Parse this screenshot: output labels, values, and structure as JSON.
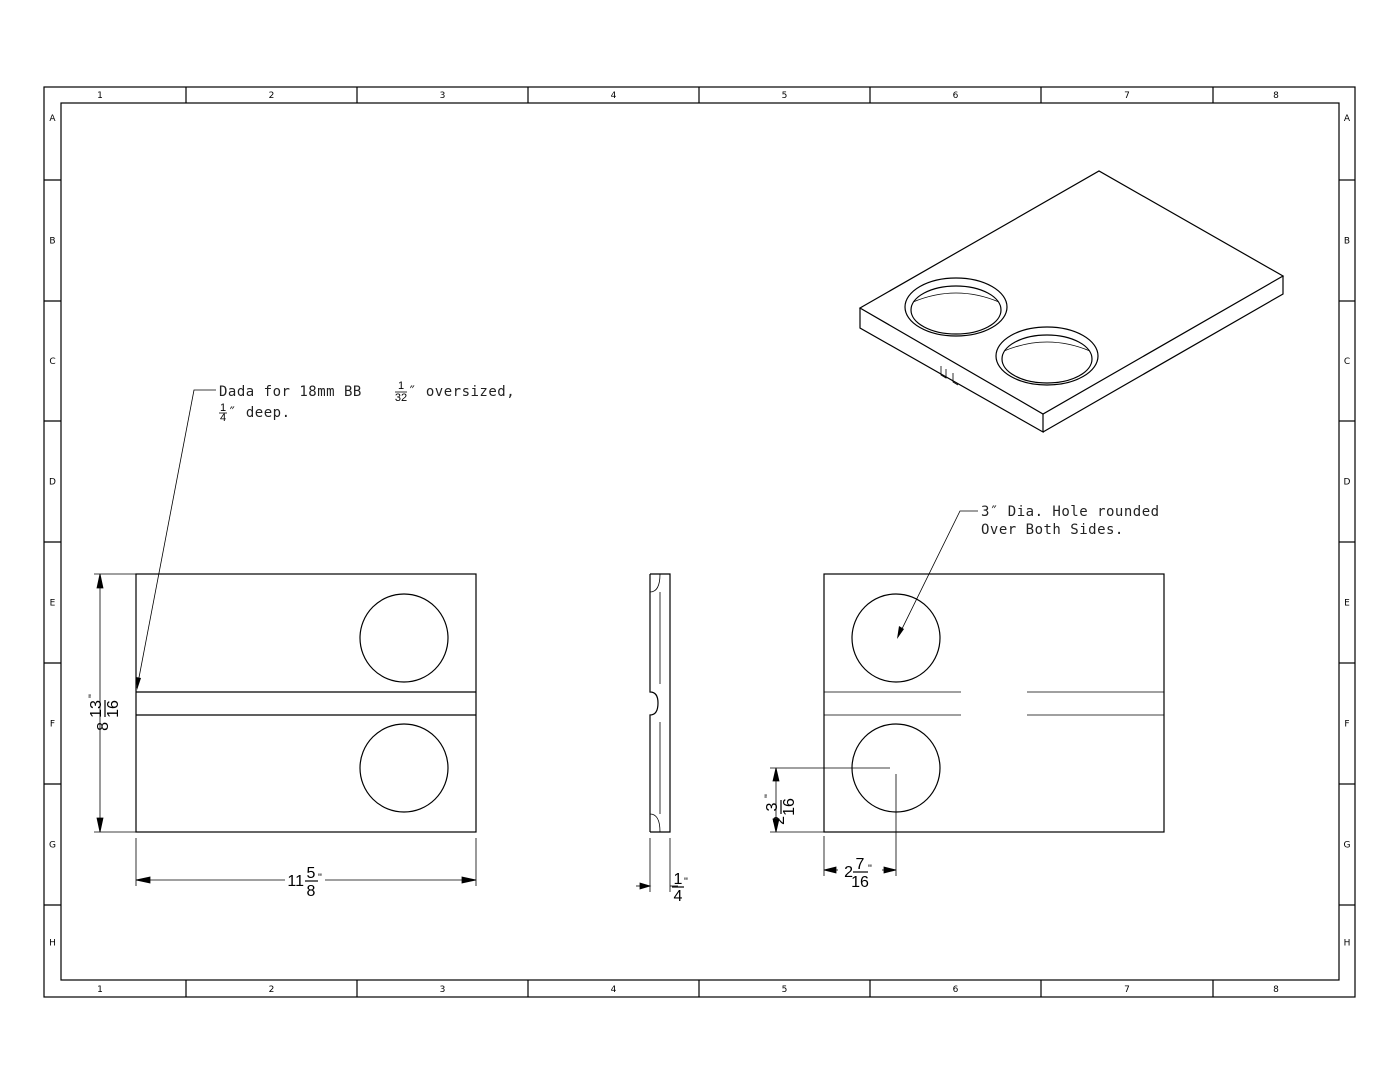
{
  "title_block": {
    "columns": [
      "1",
      "2",
      "3",
      "4",
      "5",
      "6",
      "7",
      "8"
    ],
    "rows": [
      "A",
      "B",
      "C",
      "D",
      "E",
      "F",
      "G",
      "H"
    ]
  },
  "notes": {
    "dado_line1_a": "Dada for 18mm BB ",
    "dado_frac_num": "1",
    "dado_frac_den": "32",
    "dado_line1_b": "″ oversized,",
    "dado_line2_num": "1",
    "dado_line2_den": "4",
    "dado_line2_b": "″ deep.",
    "hole_line1": "3″ Dia. Hole rounded",
    "hole_line2": "Over Both Sides."
  },
  "dimensions": {
    "height": {
      "whole": "8",
      "num": "13",
      "den": "16",
      "unit": "\""
    },
    "width": {
      "whole": "11",
      "num": "5",
      "den": "8",
      "unit": "\""
    },
    "thickness": {
      "whole": "",
      "num": "1",
      "den": "4",
      "unit": "\""
    },
    "hole_y": {
      "whole": "2",
      "num": "3",
      "den": "16",
      "unit": "\""
    },
    "hole_x": {
      "whole": "2",
      "num": "7",
      "den": "16",
      "unit": "\""
    }
  }
}
